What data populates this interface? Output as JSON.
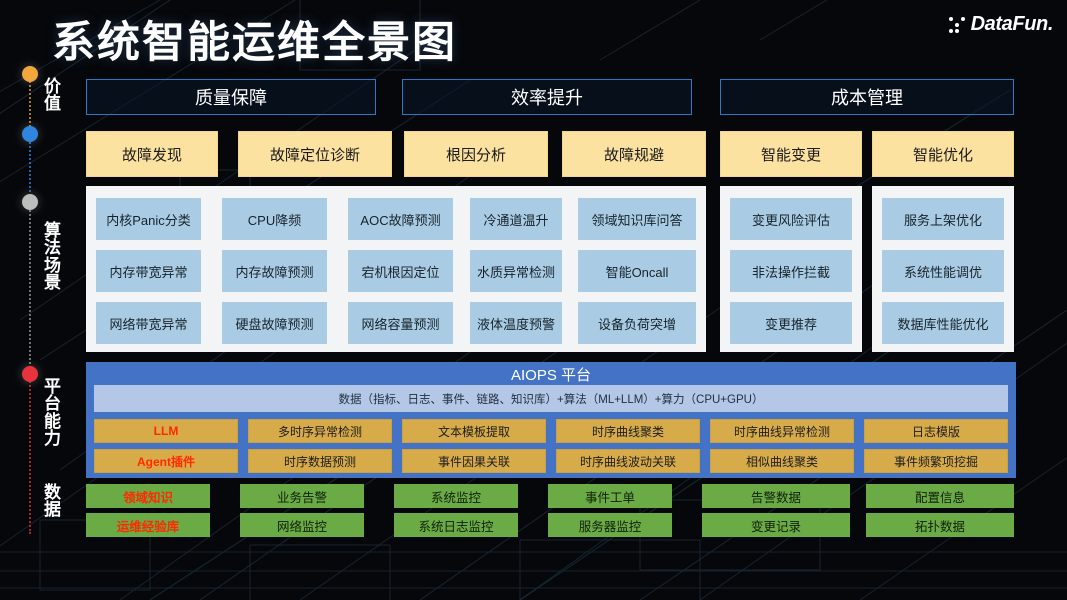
{
  "header": {
    "title": "系统智能运维全景图",
    "logo_text": "DataFun."
  },
  "rail": {
    "labels": [
      {
        "text": "价值",
        "color": "#f0a83c"
      },
      {
        "text": "算法场景",
        "color": "#bdbdbd"
      },
      {
        "text": "平台能力",
        "color": "#e8333c"
      },
      {
        "text": "数据",
        "color": "#e8333c"
      }
    ]
  },
  "value_row": {
    "boxes": [
      {
        "label": "质量保障"
      },
      {
        "label": "效率提升"
      },
      {
        "label": "成本管理"
      }
    ]
  },
  "scenario_row": {
    "tiles": [
      {
        "label": "故障发现"
      },
      {
        "label": "故障定位诊断"
      },
      {
        "label": "根因分析"
      },
      {
        "label": "故障规避"
      },
      {
        "label": "智能变更"
      },
      {
        "label": "智能优化"
      }
    ]
  },
  "algorithm_grid": {
    "columns": [
      [
        "内核Panic分类",
        "内存带宽异常",
        "网络带宽异常"
      ],
      [
        "CPU降频",
        "内存故障预测",
        "硬盘故障预测"
      ],
      [
        "AOC故障预测",
        "宕机根因定位",
        "网络容量预测"
      ],
      [
        "冷通道温升",
        "水质异常检测",
        "液体温度预警"
      ],
      [
        "领域知识库问答",
        "智能Oncall",
        "设备负荷突增"
      ],
      [
        "变更风险评估",
        "非法操作拦截",
        "变更推荐"
      ],
      [
        "服务上架优化",
        "系统性能调优",
        "数据库性能优化"
      ]
    ]
  },
  "platform": {
    "caption": "AIOPS 平台",
    "data_bar": "数据（指标、日志、事件、链路、知识库）+算法（ML+LLM）+算力（CPU+GPU）",
    "columns": [
      [
        {
          "label": "LLM",
          "highlight": true
        },
        {
          "label": "Agent插件",
          "highlight": true
        }
      ],
      [
        {
          "label": "多时序异常检测",
          "highlight": false
        },
        {
          "label": "时序数据预测",
          "highlight": false
        }
      ],
      [
        {
          "label": "文本模板提取",
          "highlight": false
        },
        {
          "label": "事件因果关联",
          "highlight": false
        }
      ],
      [
        {
          "label": "时序曲线聚类",
          "highlight": false
        },
        {
          "label": "时序曲线波动关联",
          "highlight": false
        }
      ],
      [
        {
          "label": "时序曲线异常检测",
          "highlight": false
        },
        {
          "label": "相似曲线聚类",
          "highlight": false
        }
      ],
      [
        {
          "label": "日志模版",
          "highlight": false
        },
        {
          "label": "事件频繁项挖掘",
          "highlight": false
        }
      ]
    ]
  },
  "data_row": {
    "columns": [
      [
        {
          "label": "领域知识",
          "highlight": true
        },
        {
          "label": "运维经验库",
          "highlight": true
        }
      ],
      [
        {
          "label": "业务告警",
          "highlight": false
        },
        {
          "label": "网络监控",
          "highlight": false
        }
      ],
      [
        {
          "label": "系统监控",
          "highlight": false
        },
        {
          "label": "系统日志监控",
          "highlight": false
        }
      ],
      [
        {
          "label": "事件工单",
          "highlight": false
        },
        {
          "label": "服务器监控",
          "highlight": false
        }
      ],
      [
        {
          "label": "告警数据",
          "highlight": false
        },
        {
          "label": "变更记录",
          "highlight": false
        }
      ],
      [
        {
          "label": "配置信息",
          "highlight": false
        },
        {
          "label": "拓扑数据",
          "highlight": false
        }
      ]
    ]
  },
  "colors": {
    "value_border": "#2f77c4",
    "scenario_tile": "#fce2a0",
    "algo_cell": "#a9cbe3",
    "platform": "#4472c4",
    "capability_cell": "#d7ab4a",
    "data_cell": "#6aab46",
    "highlight_text": "#ff2a00"
  }
}
